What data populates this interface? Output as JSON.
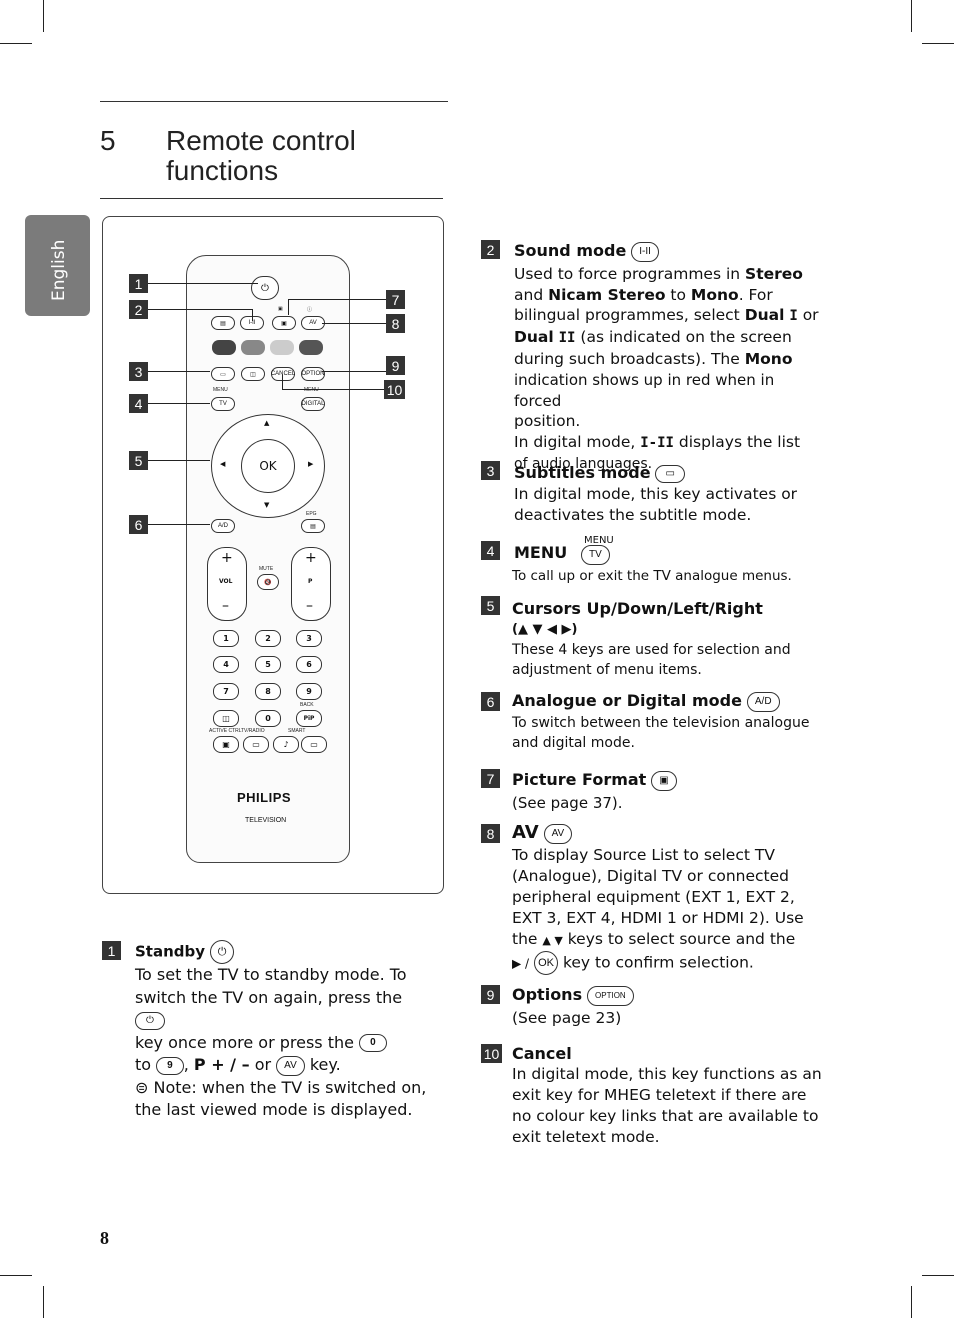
{
  "sidebar_tab": "English",
  "section": {
    "number": "5",
    "title_line1": "Remote control",
    "title_line2": "functions"
  },
  "page_number": "8",
  "remote": {
    "brand": "PHILIPS",
    "sub": "TELEVISION",
    "ok": "OK",
    "menu_top": "MENU",
    "tv": "TV",
    "menu_digital": "MENU",
    "digital": "DIGITAL",
    "ad": "A/D",
    "epg": "EPG",
    "mute": "MUTE",
    "vol": "VOL",
    "p": "P",
    "av": "AV",
    "cancel": "CANCEL",
    "option": "OPTION",
    "back": "BACK",
    "pip": "PiP",
    "active_ctrl": "ACTIVE CTRL",
    "tv_radio": "TV/RADIO",
    "smart": "SMART",
    "digits": [
      "1",
      "2",
      "3",
      "4",
      "5",
      "6",
      "7",
      "8",
      "9",
      "0"
    ],
    "callouts": [
      "1",
      "2",
      "3",
      "4",
      "5",
      "6",
      "7",
      "8",
      "9",
      "10"
    ]
  },
  "items": {
    "standby": {
      "num": "1",
      "title": "Standby",
      "l1": "To set the TV to standby mode. To",
      "l2a": "switch the TV on again, press the",
      "l3a": "key once more or press the",
      "key0": "0",
      "l4a": "to",
      "key9": "9",
      "l4b": ",",
      "l4c": "P + / –",
      "l4d": "or",
      "keyav": "AV",
      "l4e": "key.",
      "note1": "Note: when the TV is switched on,",
      "note2": "the last viewed mode is displayed."
    },
    "sound": {
      "num": "2",
      "title": "Sound mode",
      "key": "I-II",
      "l1": "Used to force programmes in",
      "stereo": "Stereo",
      "and": "and",
      "nicam": "Nicam Stereo",
      "to": "to",
      "mono": "Mono",
      "l2e": ". For",
      "l3": "bilingual programmes, select",
      "dual1": "Dual",
      "i": "I",
      "or": "or",
      "dual2": "Dual",
      "ii": "II",
      "l4b": "(as indicated on the screen",
      "l5": "during such broadcasts). The",
      "mono2": "Mono",
      "l6": "indication shows up in red when in forced",
      "l7": "position.",
      "l8a": "In digital mode,",
      "l8b": "I-II",
      "l8c": "displays the list",
      "l9": "of audio languages."
    },
    "subtitles": {
      "num": "3",
      "title": "Subtitles mode",
      "l1": "In digital mode, this key activates or",
      "l2": "deactivates the subtitle mode."
    },
    "menu": {
      "num": "4",
      "title": "MENU",
      "key_top": "MENU",
      "key": "TV",
      "l1": "To call up or exit the TV analogue menus."
    },
    "cursors": {
      "num": "5",
      "title": "Cursors Up/Down/Left/Right",
      "arrows": "(▲ ▼ ◀ ▶)",
      "l1": "These 4 keys are used for selection and",
      "l2": "adjustment of menu items."
    },
    "analogue": {
      "num": "6",
      "title": "Analogue or Digital mode",
      "key": "A/D",
      "l1": "To switch between the television analogue",
      "l2": "and digital mode."
    },
    "picture": {
      "num": "7",
      "title": "Picture Format",
      "l1": "(See page 37)."
    },
    "av": {
      "num": "8",
      "title": "AV",
      "key": "AV",
      "l1": "To display Source List to select TV",
      "l2": "(Analogue), Digital TV or  connected",
      "l3": "peripheral equipment (EXT 1, EXT 2,",
      "l4": "EXT 3, EXT 4, HDMI 1 or HDMI 2). Use",
      "l5a": "the",
      "l5b": "▲ ▼",
      "l5c": "keys to select source and the",
      "l6a": "▶ /",
      "ok": "OK",
      "l6b": "key to confirm selection."
    },
    "options": {
      "num": "9",
      "title": "Options",
      "key": "OPTION",
      "l1": "(See page 23)"
    },
    "cancel": {
      "num": "10",
      "title": "Cancel",
      "l1": "In digital mode, this key functions as an",
      "l2": "exit key for MHEG teletext if there are",
      "l3": "no colour key links that are available to",
      "l4": "exit teletext mode."
    }
  }
}
